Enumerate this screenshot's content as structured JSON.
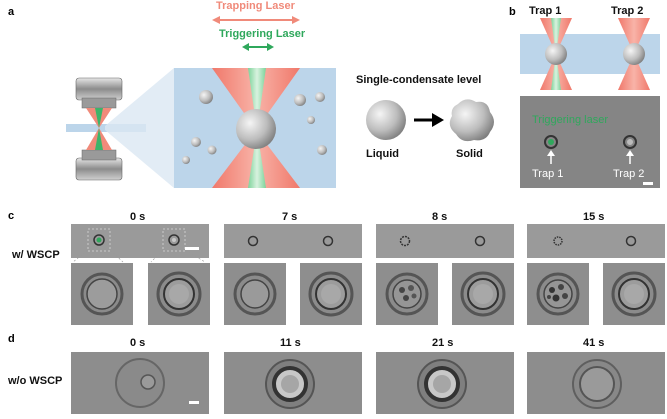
{
  "panels": {
    "a": {
      "label": "a",
      "trapping_laser": "Trapping Laser",
      "triggering_laser": "Triggering Laser",
      "single_condensate_level": "Single-condensate level",
      "liquid": "Liquid",
      "solid": "Solid",
      "colors": {
        "trapping": "#f08a7a",
        "triggering": "#3cb46a",
        "medium": "#bcd5ea"
      }
    },
    "b": {
      "label": "b",
      "trap1": "Trap 1",
      "trap2": "Trap 2",
      "triggering_laser": "Triggering laser",
      "img_trap1": "Trap 1",
      "img_trap2": "Trap 2"
    },
    "c": {
      "label": "c",
      "row_label": "w/ WSCP",
      "times": [
        "0 s",
        "7 s",
        "8 s",
        "15  s"
      ]
    },
    "d": {
      "label": "d",
      "row_label": "w/o WSCP",
      "times": [
        "0 s",
        "11 s",
        "21 s",
        "41  s"
      ]
    }
  }
}
